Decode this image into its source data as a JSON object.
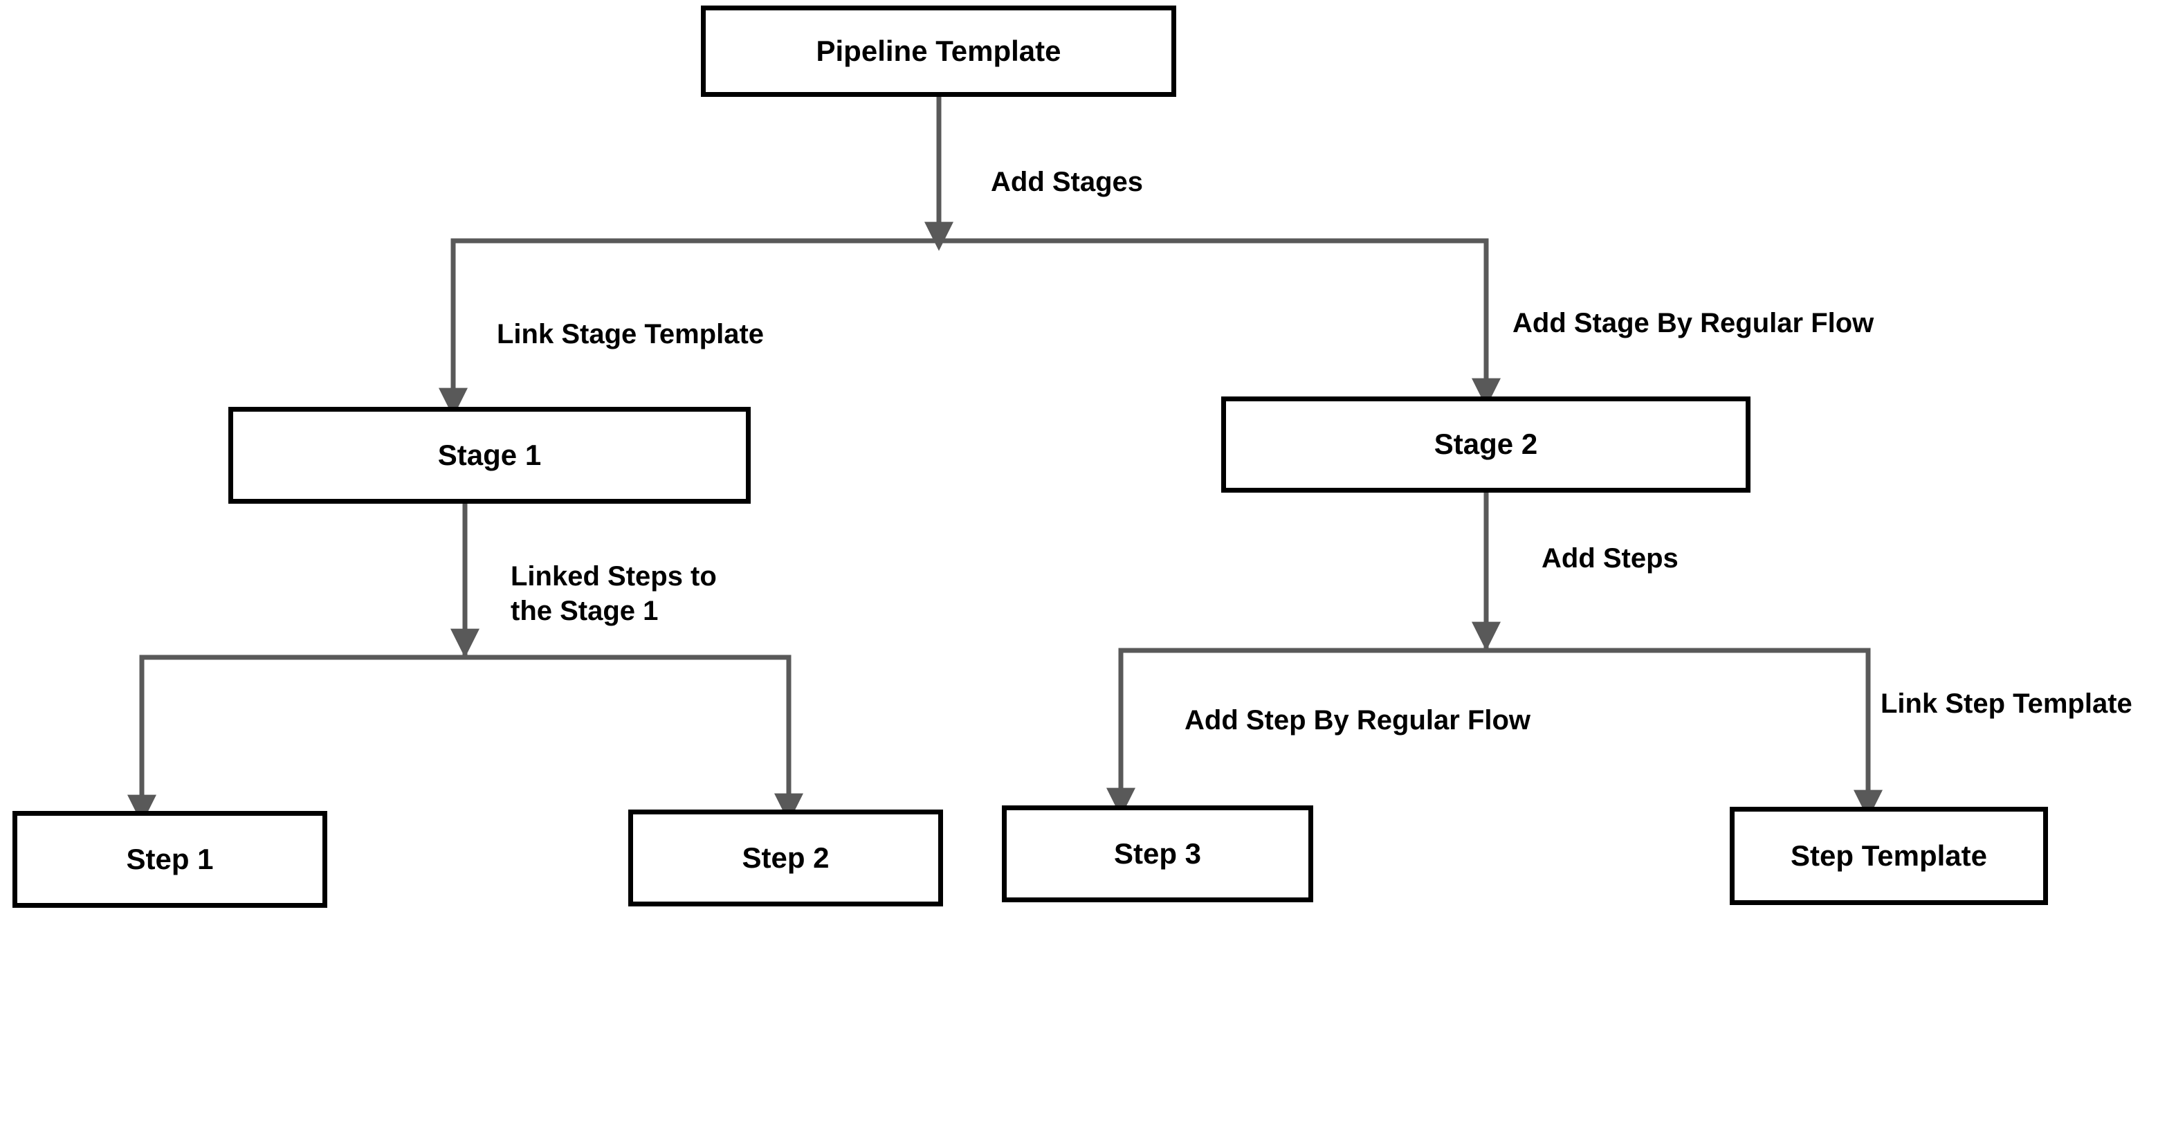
{
  "diagram": {
    "title": "Pipeline Template hierarchy",
    "background_color": "#ffffff",
    "node_border_color": "#000000",
    "connector_color": "#595959",
    "text_color": "#000000",
    "nodes": [
      {
        "id": "pipeline-template",
        "label": "Pipeline Template"
      },
      {
        "id": "stage-1",
        "label": "Stage 1"
      },
      {
        "id": "stage-2",
        "label": "Stage 2"
      },
      {
        "id": "step-1",
        "label": "Step 1"
      },
      {
        "id": "step-2",
        "label": "Step 2"
      },
      {
        "id": "step-3",
        "label": "Step 3"
      },
      {
        "id": "step-template",
        "label": "Step Template"
      }
    ],
    "edge_labels": [
      {
        "id": "add-stages",
        "text": "Add Stages"
      },
      {
        "id": "link-stage-template",
        "text": "Link Stage Template"
      },
      {
        "id": "add-stage-by-regular-flow",
        "text": "Add Stage By Regular Flow"
      },
      {
        "id": "linked-steps-to-the-stage-1",
        "text": "Linked Steps to\nthe Stage 1"
      },
      {
        "id": "add-steps",
        "text": "Add Steps"
      },
      {
        "id": "add-step-by-regular-flow",
        "text": "Add Step By Regular Flow"
      },
      {
        "id": "link-step-template",
        "text": "Link Step Template"
      }
    ],
    "edges": [
      {
        "from": "pipeline-template",
        "to": "stage-1",
        "label": "Link Stage Template"
      },
      {
        "from": "pipeline-template",
        "to": "stage-2",
        "label": "Add Stage By Regular Flow"
      },
      {
        "from": "stage-1",
        "to": "step-1",
        "label": "Linked Steps to the Stage 1"
      },
      {
        "from": "stage-1",
        "to": "step-2",
        "label": "Linked Steps to the Stage 1"
      },
      {
        "from": "stage-2",
        "to": "step-3",
        "label": "Add Step By Regular Flow"
      },
      {
        "from": "stage-2",
        "to": "step-template",
        "label": "Link Step Template"
      }
    ]
  }
}
